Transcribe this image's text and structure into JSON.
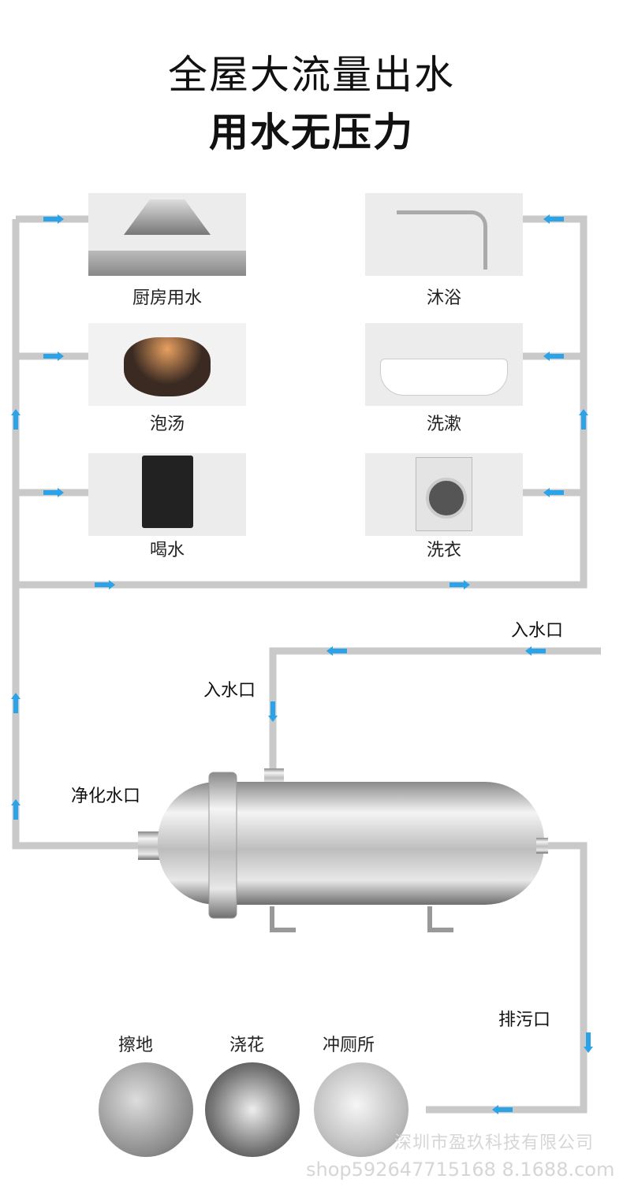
{
  "title": {
    "line1": "全屋大流量出水",
    "line2": "用水无压力"
  },
  "uses_left": [
    {
      "label": "厨房用水",
      "icon": "range-hood-icon"
    },
    {
      "label": "泡汤",
      "icon": "clay-pot-icon"
    },
    {
      "label": "喝水",
      "icon": "water-dispenser-icon"
    }
  ],
  "uses_right": [
    {
      "label": "沐浴",
      "icon": "shower-icon"
    },
    {
      "label": "洗漱",
      "icon": "sink-icon"
    },
    {
      "label": "洗衣",
      "icon": "washing-machine-icon"
    }
  ],
  "pipe_labels": {
    "inlet_right": "入水口",
    "inlet_top": "入水口",
    "purified_outlet": "净化水口",
    "drain": "排污口"
  },
  "drain_uses": [
    {
      "label": "擦地",
      "icon": "mop-icon"
    },
    {
      "label": "浇花",
      "icon": "sprinkler-icon"
    },
    {
      "label": "冲厕所",
      "icon": "toilet-icon"
    }
  ],
  "watermark": {
    "company": "深圳市盈玖科技有限公司",
    "shop": "shop592647715168 8.1688.com"
  },
  "colors": {
    "pipe": "#c9c9c9",
    "arrow": "#2aa3e8"
  }
}
